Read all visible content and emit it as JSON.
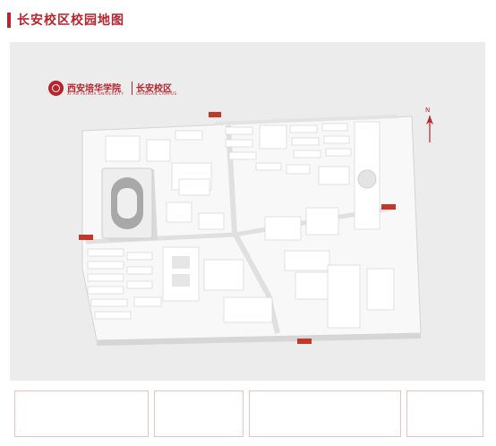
{
  "page": {
    "title": "长安校区校园地图"
  },
  "logo": {
    "university_cn": "西安培华学院",
    "university_en": "XI'AN PEIHUA UNIVERSITY",
    "campus_cn": "长安校区",
    "campus_en": "CHANGAN CAMPUS"
  },
  "compass": {
    "letter": "N"
  },
  "gates": [
    {
      "id": "north",
      "label": ""
    },
    {
      "id": "east",
      "label": ""
    },
    {
      "id": "west",
      "label": ""
    },
    {
      "id": "south",
      "label": ""
    }
  ],
  "buildings": [
    {
      "id": "library",
      "label": ""
    },
    {
      "id": "stadium",
      "label": ""
    },
    {
      "id": "admin",
      "label": ""
    },
    {
      "id": "gym",
      "label": ""
    },
    {
      "id": "teaching",
      "label": ""
    },
    {
      "id": "lab",
      "label": ""
    },
    {
      "id": "dorm-a",
      "label": ""
    },
    {
      "id": "dorm-b",
      "label": ""
    },
    {
      "id": "canteen",
      "label": ""
    },
    {
      "id": "plaza",
      "label": ""
    },
    {
      "id": "hall",
      "label": ""
    }
  ],
  "info_panels": [
    {
      "heading": "",
      "lines": [
        "",
        ""
      ]
    },
    {
      "heading": "",
      "lines": [
        "",
        ""
      ]
    },
    {
      "heading": "",
      "lines": [
        "",
        ""
      ]
    },
    {
      "heading": "",
      "lines": [
        "",
        ""
      ]
    }
  ],
  "colors": {
    "accent": "#b8232c",
    "panel": "#ececec",
    "gate": "#c0392b"
  }
}
